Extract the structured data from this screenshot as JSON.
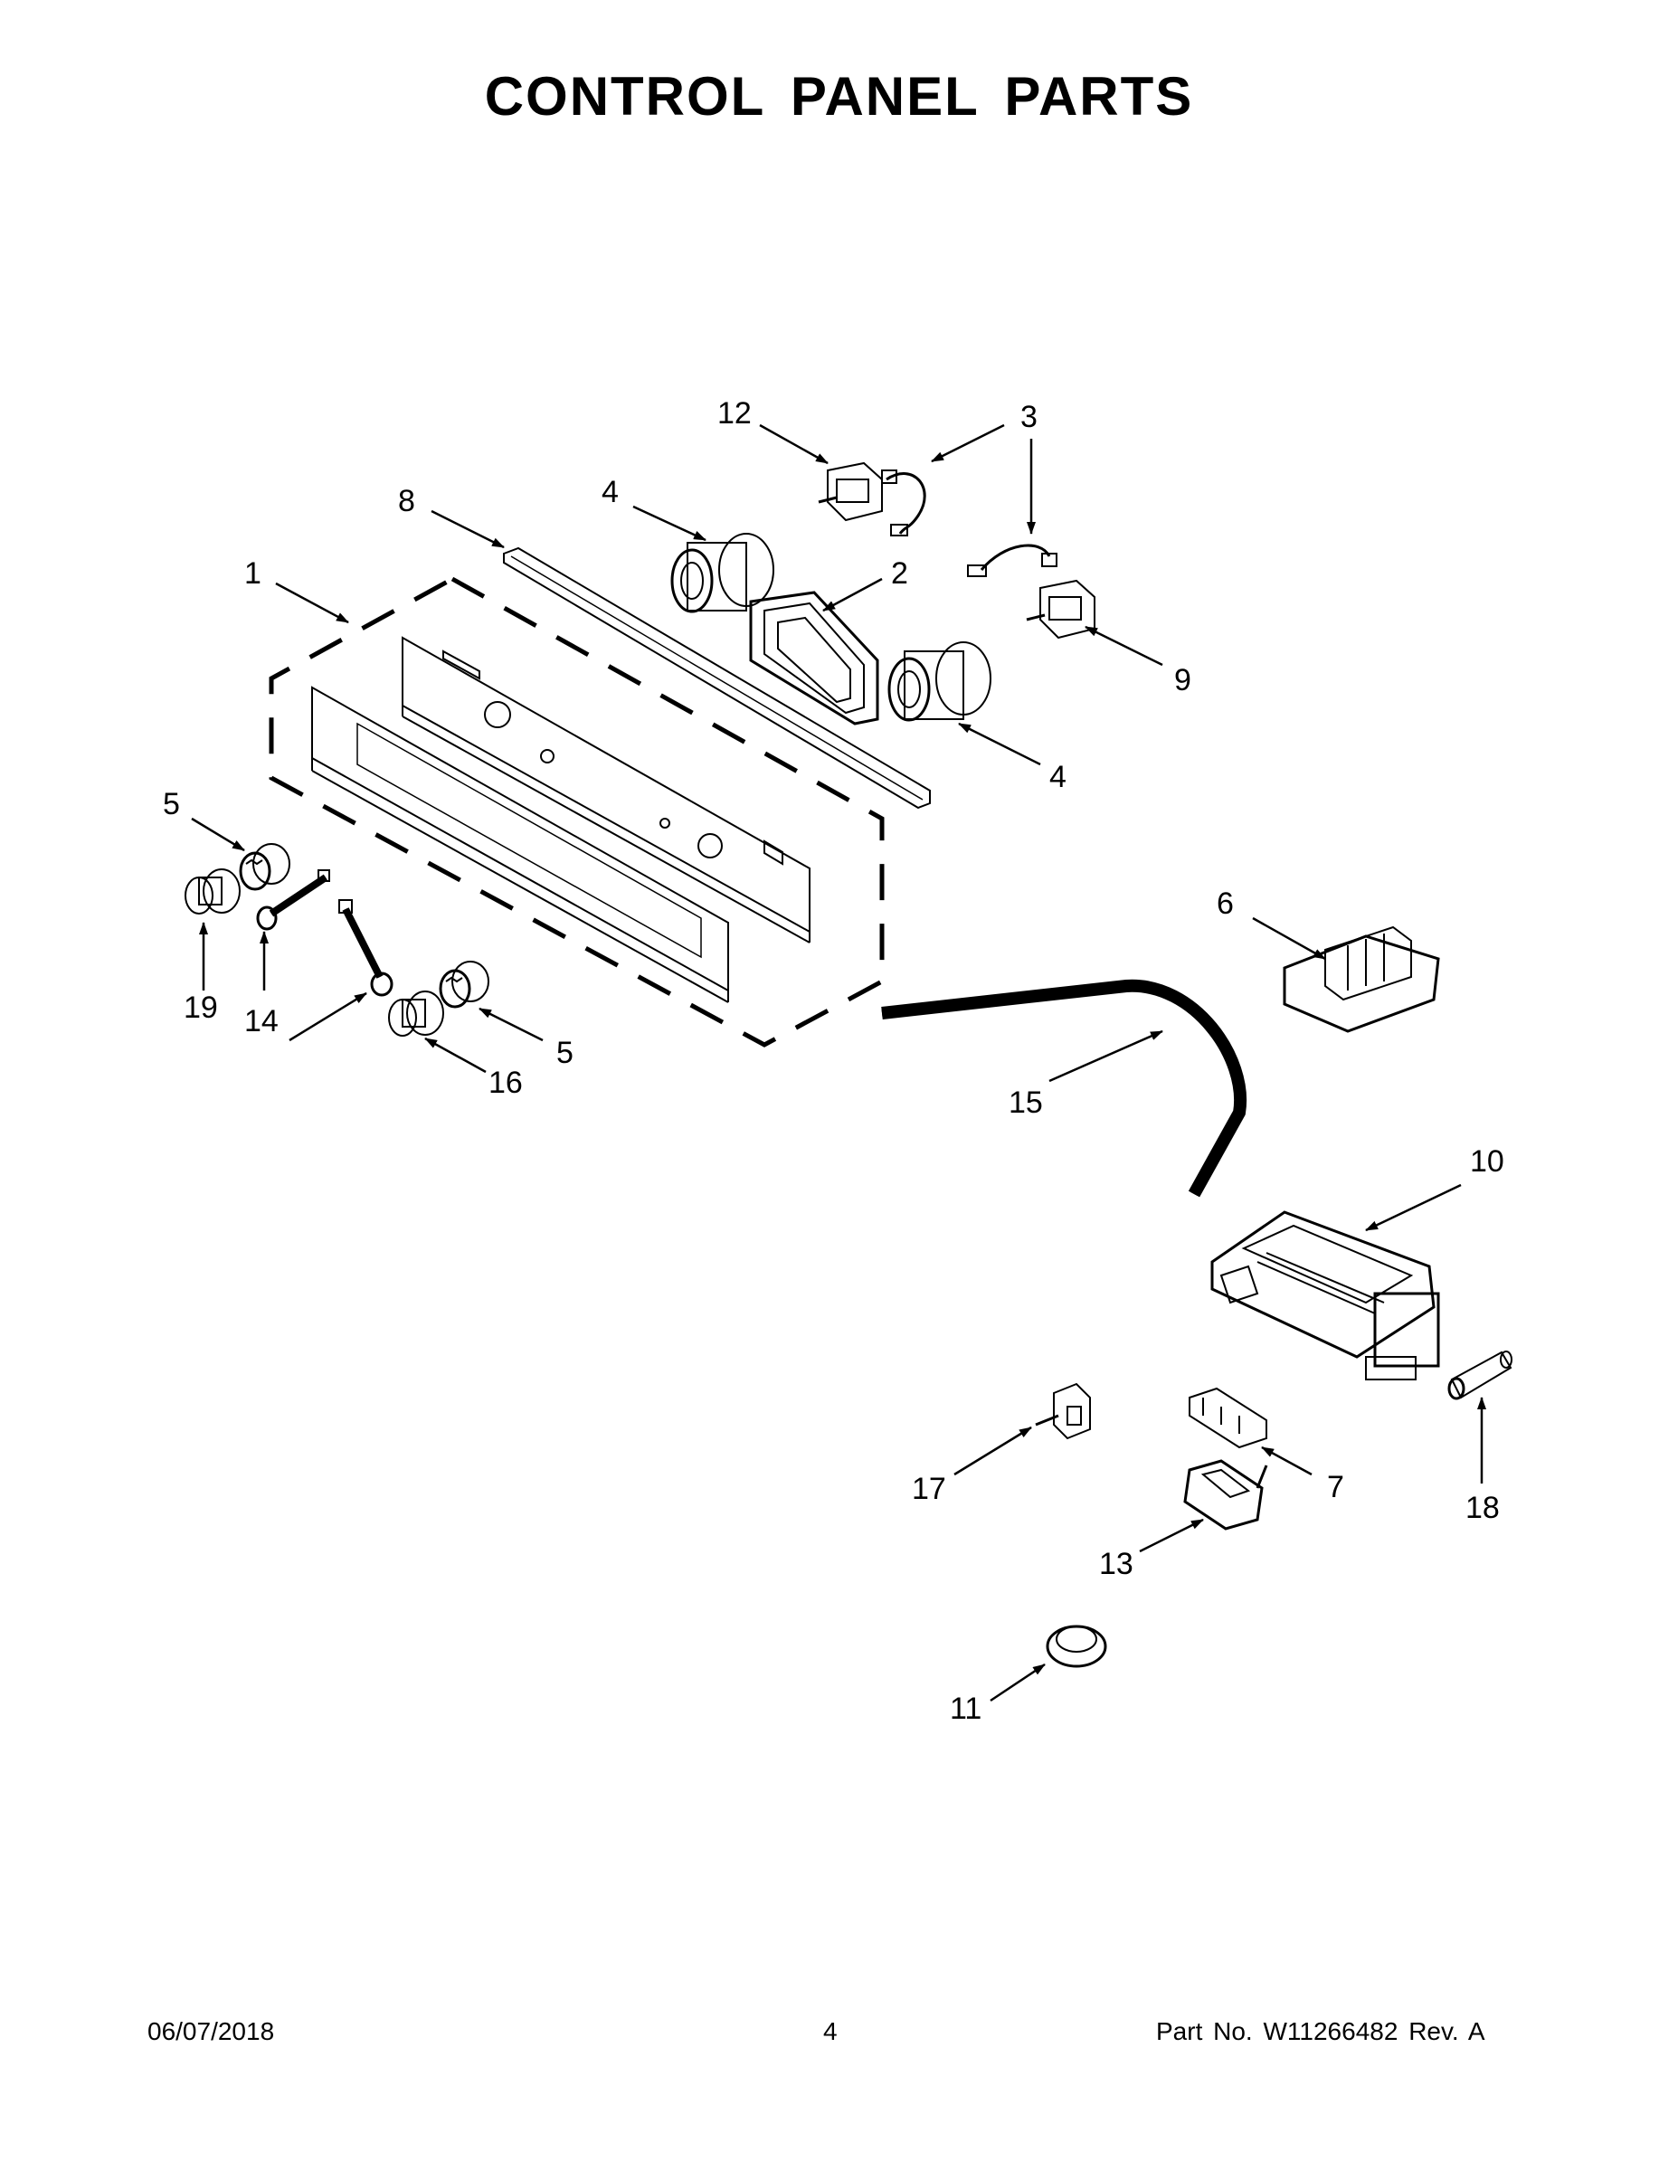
{
  "title": "CONTROL PANEL PARTS",
  "footer": {
    "date": "06/07/2018",
    "page": "4",
    "part_number": "Part No.  W11266482  Rev.  A"
  },
  "callouts": [
    "1",
    "2",
    "3",
    "4",
    "4",
    "5",
    "5",
    "6",
    "7",
    "8",
    "9",
    "10",
    "11",
    "12",
    "13",
    "14",
    "15",
    "16",
    "17",
    "18",
    "19"
  ]
}
